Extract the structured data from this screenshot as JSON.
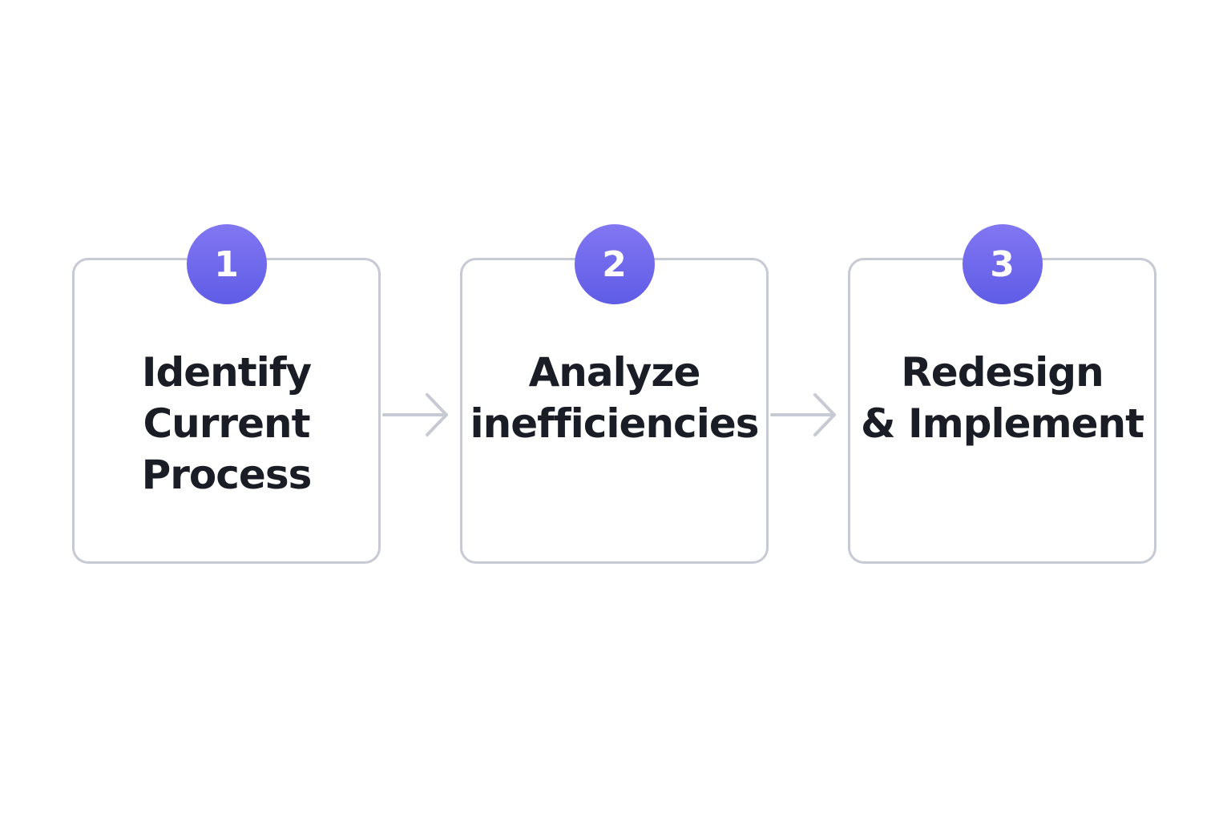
{
  "colors": {
    "background": "#ffffff",
    "box_border": "#c7c9d4",
    "arrow": "#c7c9d4",
    "badge_top": "#8277f2",
    "badge_bottom": "#5f5ce6",
    "text": "#1a1d26",
    "badge_text": "#ffffff"
  },
  "steps": [
    {
      "number": "1",
      "label_lines": [
        "Identify",
        "Current",
        "Process"
      ]
    },
    {
      "number": "2",
      "label_lines": [
        "Analyze",
        "inefficiencies"
      ]
    },
    {
      "number": "3",
      "label_lines": [
        "Redesign",
        "& Implement"
      ]
    }
  ],
  "connectors": [
    {
      "from": "1",
      "to": "2",
      "icon": "arrow-right-icon"
    },
    {
      "from": "2",
      "to": "3",
      "icon": "arrow-right-icon"
    }
  ]
}
